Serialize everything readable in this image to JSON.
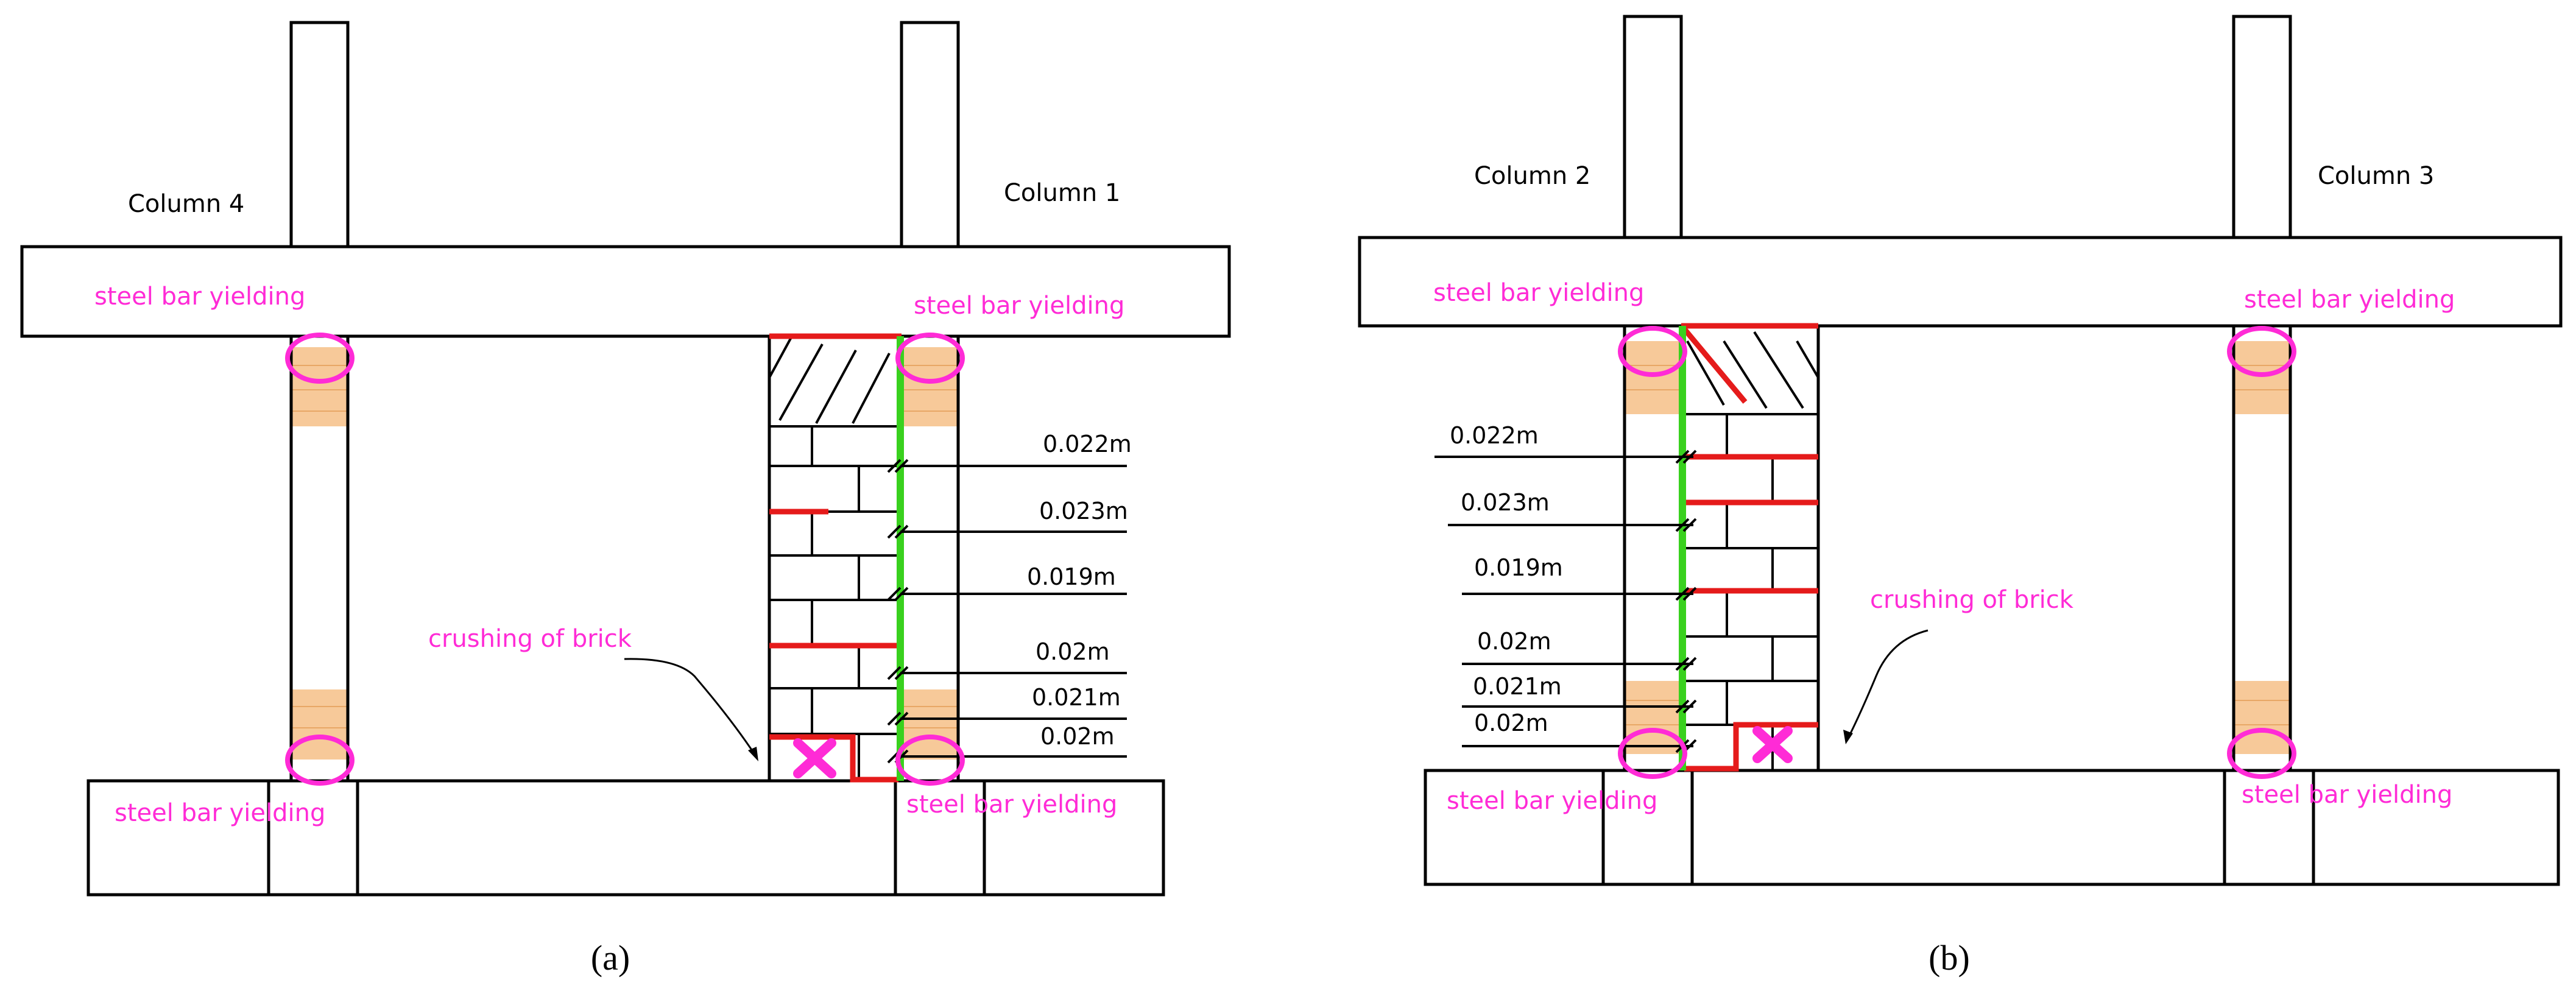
{
  "colors": {
    "annotation": "#ff2bd6",
    "crack": "#e51b1b",
    "gap_line": "#39d11e",
    "yield_zone": "#f7c999",
    "line": "#000000"
  },
  "panel_a": {
    "caption": "(a)",
    "column_left": "Column 4",
    "column_right": "Column 1",
    "yield_top_left": "steel bar yielding",
    "yield_top_right": "steel bar yielding",
    "yield_bottom_left": "steel bar yielding",
    "yield_bottom_right": "steel bar yielding",
    "crushing": "crushing of brick",
    "gaps": [
      "0.022m",
      "0.023m",
      "0.019m",
      "0.02m",
      "0.021m",
      "0.02m"
    ]
  },
  "panel_b": {
    "caption": "(b)",
    "column_left": "Column 2",
    "column_right": "Column 3",
    "yield_top_left": "steel bar yielding",
    "yield_top_right": "steel bar yielding",
    "yield_bottom_left": "steel bar yielding",
    "yield_bottom_right": "steel bar yielding",
    "crushing": "crushing of brick",
    "gaps": [
      "0.022m",
      "0.023m",
      "0.019m",
      "0.02m",
      "0.021m",
      "0.02m"
    ]
  }
}
